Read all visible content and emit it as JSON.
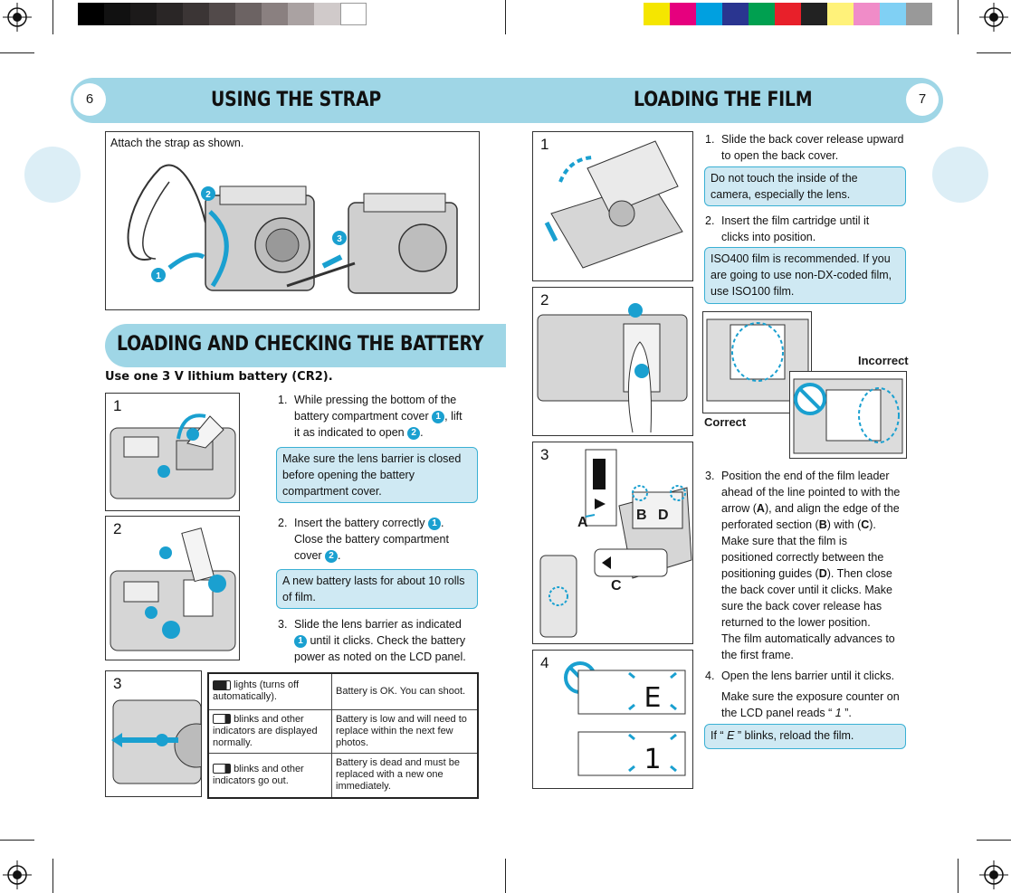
{
  "header": {
    "left_page_number": "6",
    "right_page_number": "7",
    "left_title": "USING THE STRAP",
    "right_title": "LOADING THE FILM"
  },
  "strap": {
    "caption": "Attach the strap as shown.",
    "markers": [
      "1",
      "2",
      "3"
    ]
  },
  "battery": {
    "title": "LOADING AND CHECKING THE BATTERY",
    "subtitle": "Use one 3 V lithium battery (CR2).",
    "panel_numbers": [
      "1",
      "2",
      "3"
    ],
    "step1": {
      "num": "1.",
      "a": "While pressing the bottom of the",
      "b1": "battery compartment cover ",
      "b2": ", lift",
      "c1": "it as indicated to open ",
      "c2": "."
    },
    "note1": "Make sure the lens barrier is closed before opening the battery compartment cover.",
    "step2": {
      "num": "2.",
      "a1": "Insert the battery correctly ",
      "a2": ".",
      "b": "Close the battery compartment",
      "c1": "cover ",
      "c2": "."
    },
    "note2": "A new battery lasts for about 10 rolls of film.",
    "step3": {
      "num": "3.",
      "a": "Slide the lens barrier as indicated",
      "b": " until it clicks. Check the battery",
      "c": "power as noted on the LCD panel."
    },
    "table": [
      {
        "indicator": "lights (turns off automatically).",
        "meaning": "Battery is OK. You can shoot."
      },
      {
        "indicator": "blinks and other indicators are displayed normally.",
        "meaning": "Battery is low and will need to replace within the next few photos."
      },
      {
        "indicator": "blinks and other indicators go out.",
        "meaning": "Battery is dead and must be replaced with a new one immediately."
      }
    ]
  },
  "film": {
    "panel_numbers": [
      "1",
      "2",
      "3",
      "4"
    ],
    "step1": {
      "num": "1.",
      "a": "Slide the back cover release upward",
      "b": "to open the back cover."
    },
    "note1": "Do not touch the inside of the camera, especially the lens.",
    "step2": {
      "num": "2.",
      "a": "Insert the film cartridge until it",
      "b": "clicks into position."
    },
    "note2": "ISO400 film is recommended. If you are going to use non-DX-coded film, use ISO100 film.",
    "label_incorrect": "Incorrect",
    "label_correct": "Correct",
    "diagram_labels": {
      "a": "A",
      "b": "B",
      "c": "C",
      "d": "D"
    },
    "step3": {
      "num": "3.",
      "l1": "Position the end of the film leader",
      "l2": "ahead of the line pointed to with the",
      "l3a": "arrow (",
      "A": "A",
      "l3b": "), and align the edge of the",
      "l4a": "perforated section (",
      "B": "B",
      "l4b": ") with (",
      "C": "C",
      "l4c": ").",
      "l5": "Make sure that the film is",
      "l6": "positioned correctly between the",
      "l7a": "positioning guides (",
      "D": "D",
      "l7b": "). Then close",
      "l8": "the back cover until it clicks. Make",
      "l9": "sure the back cover release has",
      "l10": "returned to the lower position.",
      "l11": "The film automatically advances to",
      "l12": "the first frame."
    },
    "step4": {
      "num": "4.",
      "a": "Open the lens barrier until it clicks.",
      "b1": "Make sure the exposure counter on",
      "b2": "the LCD panel reads “ ",
      "b3": "1",
      "b4": " ”."
    },
    "note3": {
      "a": "If “ ",
      "e": "E",
      "b": " ” blinks, reload the film."
    }
  },
  "colors": {
    "banner": "#9fd6e6",
    "accent": "#1aa0d0",
    "note_bg": "#cfe9f3",
    "note_border": "#3ab0d4"
  }
}
